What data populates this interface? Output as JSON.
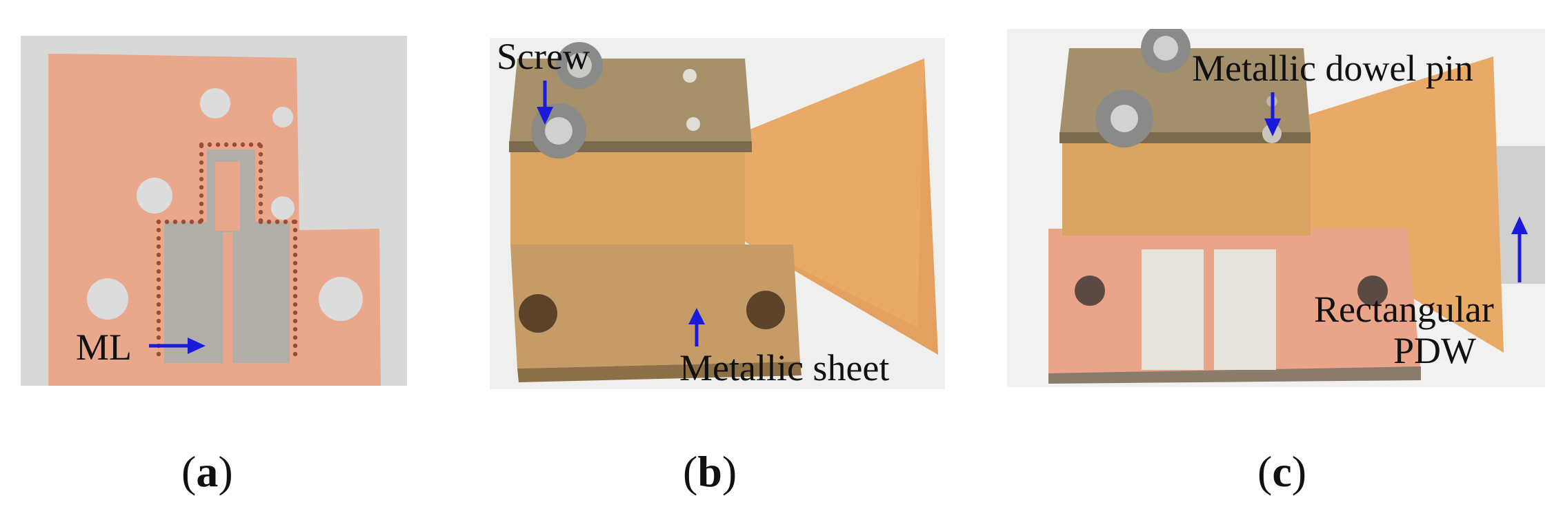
{
  "panels": [
    {
      "caption": "a",
      "annotations": {
        "ml": "ML"
      }
    },
    {
      "caption": "b",
      "annotations": {
        "screw": "Screw",
        "metallic_sheet": "Metallic sheet"
      }
    },
    {
      "caption": "c",
      "annotations": {
        "dowel_pin": "Metallic dowel pin",
        "rect_pdw_line1": "Rectangular",
        "rect_pdw_line2": "PDW"
      }
    }
  ],
  "colors": {
    "arrow": "#1a1adb",
    "copper": "#e7a58b",
    "brass": "#c8a46c",
    "substrate": "#b9b3a6",
    "background": "#d9d9d7"
  }
}
